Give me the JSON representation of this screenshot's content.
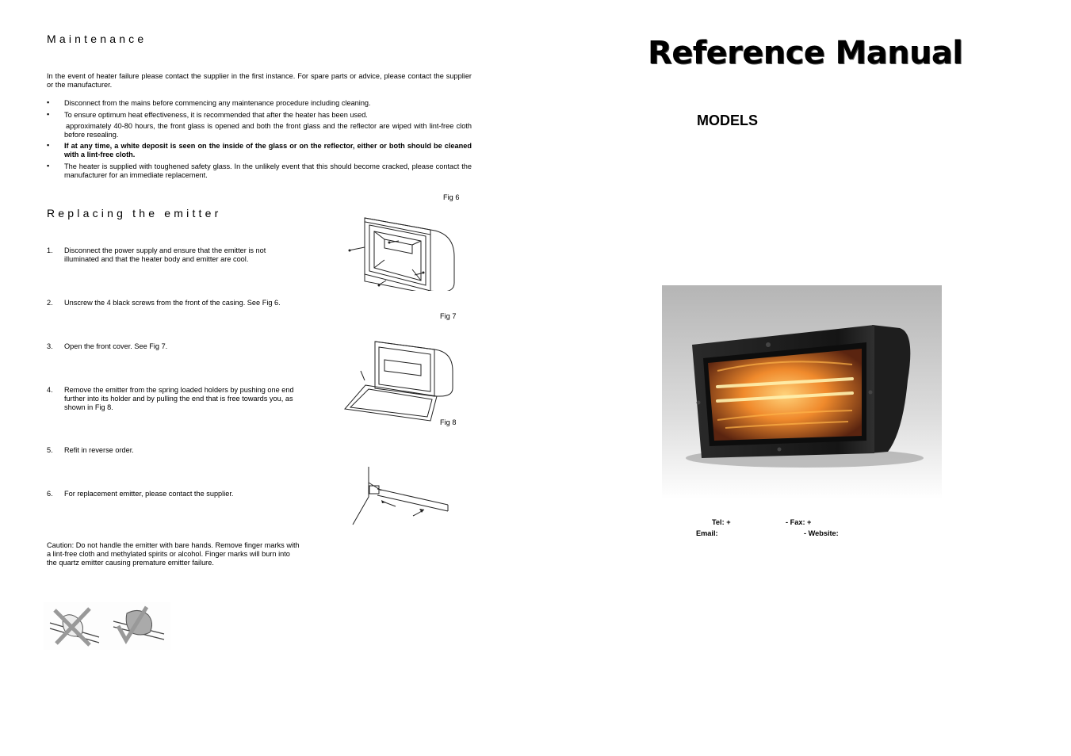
{
  "left_page": {
    "maintenance": {
      "heading": "Maintenance",
      "intro": "In the event of heater failure please contact the supplier in the first instance. For spare parts or advice, please contact the supplier or the manufacturer.",
      "bullets": [
        "Disconnect from the mains before commencing any maintenance procedure including cleaning.",
        "To ensure optimum heat effectiveness, it is recommended that after the heater has been used.",
        "If at any time, a white deposit is seen on the inside of the glass or on the reflector, either or both should be cleaned with a lint-free cloth.",
        "The heater is supplied with toughened safety glass. In the unlikely event that this should become cracked, please contact the manufacturer for an immediate replacement."
      ],
      "continuation": "approximately 40-80 hours, the front glass is opened and both the front glass and the reflector are wiped with lint-free cloth before resealing.",
      "bullet_mark": "▪"
    },
    "replacing": {
      "heading": "Replacing the emitter",
      "steps": [
        {
          "num": "1.",
          "text": "Disconnect the power supply and ensure that the emitter is not illuminated and that the heater body and emitter are cool."
        },
        {
          "num": "2.",
          "text": "Unscrew the 4 black  screws from the front of the casing. See Fig 6."
        },
        {
          "num": "3.",
          "text": "Open the front cover. See Fig 7."
        },
        {
          "num": "4.",
          "text": "Remove the emitter from the spring loaded holders by pushing one end further into its holder and by pulling the end that is free towards you, as shown in Fig 8."
        },
        {
          "num": "5.",
          "text": "Refit in reverse order."
        },
        {
          "num": "6.",
          "text": "For replacement emitter, please contact the supplier."
        }
      ]
    },
    "figures": {
      "fig6": "Fig 6",
      "fig7": "Fig 7",
      "fig8": "Fig 8"
    },
    "caution": "Caution: Do not handle the emitter with bare hands. Remove finger marks with a lint-free cloth and methylated spirits or alcohol. Finger marks will burn into the quartz emitter causing premature emitter failure."
  },
  "right_page": {
    "title": "Reference Manual",
    "models_label": "MODELS",
    "contact": {
      "tel": "Tel: +",
      "fax": "- Fax: +",
      "email": "Email:",
      "website": "- Website:"
    }
  },
  "colors": {
    "heater_body": "#1c1c1c",
    "glow": "#ffb347",
    "photo_bg": "#c9c9c9"
  }
}
